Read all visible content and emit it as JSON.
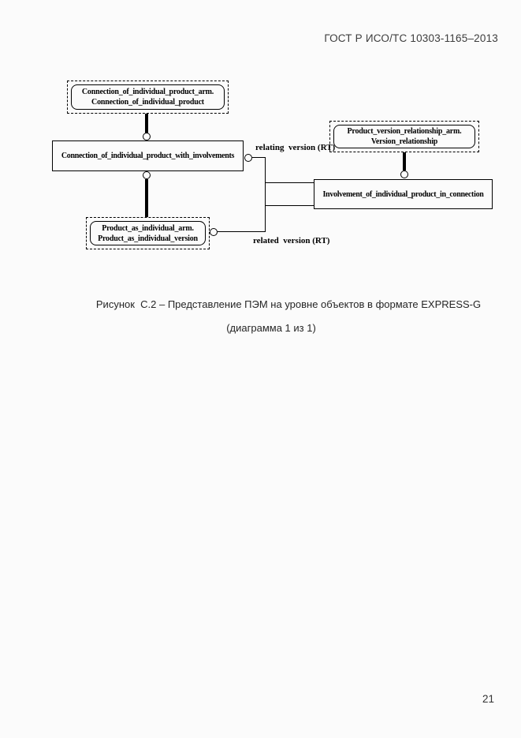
{
  "page": {
    "header": "ГОСТ Р ИСО/ТС 10303-1165–2013",
    "page_number": "21"
  },
  "diagram": {
    "top_ref": {
      "line1": "Connection_of_individual_product_arm.",
      "line2": "Connection_of_individual_product"
    },
    "main_entity": "Connection_of_individual_product_with_involvements",
    "right_ref": {
      "line1": "Product_version_relationship_arm.",
      "line2": "Version_relationship"
    },
    "involvement_entity": "Involvement_of_individual_product_in_connection",
    "bottom_ref": {
      "line1": "Product_as_individual_arm.",
      "line2": "Product_as_individual_version"
    },
    "relating_label": "relating  version (RT)",
    "related_label": "related  version (RT)"
  },
  "caption": {
    "line1": "Рисунок  С.2 – Представление ПЭМ на уровне объектов в формате EXPRESS-G",
    "line2": "(диаграмма 1 из 1)"
  }
}
